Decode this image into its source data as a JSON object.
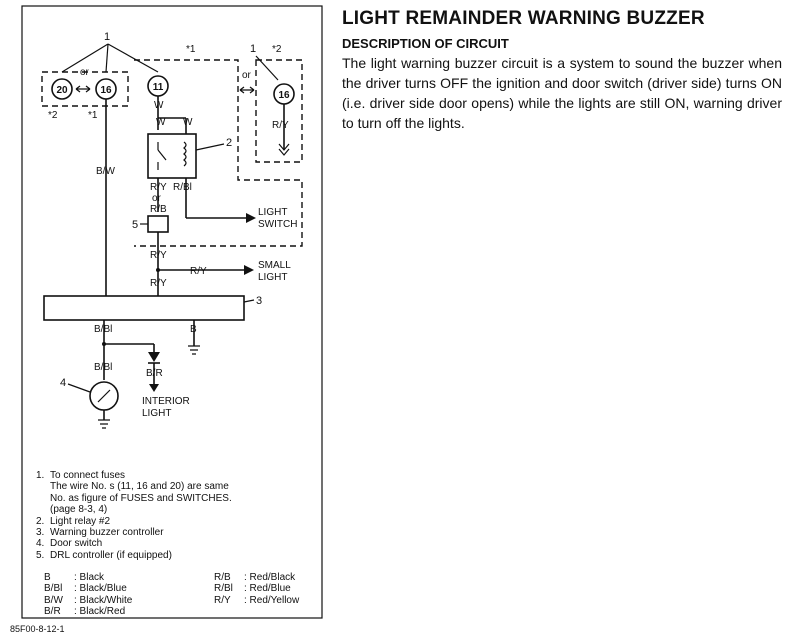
{
  "header": {
    "title": "LIGHT REMAINDER WARNING BUZZER",
    "subtitle": "DESCRIPTION OF CIRCUIT",
    "description": "The light warning buzzer circuit is a system to sound the buzzer when the driver turns OFF the ignition and door switch (driver side) turns ON (i.e. driver side door opens) while the lights are still ON, warning driver to turn off the lights."
  },
  "diagram": {
    "callouts": [
      "1",
      "1",
      "2",
      "3",
      "4",
      "5"
    ],
    "fuse_numbers": [
      "20",
      "16",
      "11",
      "16"
    ],
    "asterisks": [
      "*1",
      "*2",
      "*1",
      "*2"
    ],
    "or_labels": [
      "or",
      "or",
      "or"
    ],
    "wire_labels": {
      "w1": "W",
      "w2": "W",
      "w3": "W",
      "ry1": "R/Y",
      "rbl1": "R/Bl",
      "rb": "R/B",
      "ry2": "R/Y",
      "ry3": "R/Y",
      "ry4": "R/Y",
      "ry_right": "R/Y",
      "bw": "B/W",
      "bbl1": "B/Bl",
      "b": "B",
      "bbl2": "B/Bl",
      "br": "B/R"
    },
    "destinations": {
      "light": "LIGHT",
      "switch": "SWITCH",
      "small": "SMALL",
      "small_light": "LIGHT",
      "interior": "INTERIOR",
      "interior_light": "LIGHT"
    }
  },
  "notes": [
    {
      "n": "1.",
      "lines": [
        "To connect fuses",
        "The wire No. s (11, 16 and 20) are same",
        "No. as figure of FUSES and SWITCHES.",
        "(page 8-3, 4)"
      ]
    },
    {
      "n": "2.",
      "lines": [
        "Light relay #2"
      ]
    },
    {
      "n": "3.",
      "lines": [
        "Warning buzzer controller"
      ]
    },
    {
      "n": "4.",
      "lines": [
        "Door switch"
      ]
    },
    {
      "n": "5.",
      "lines": [
        "DRL controller (if equipped)"
      ]
    }
  ],
  "legend": [
    {
      "code": "B",
      "name": ": Black",
      "code2": "R/B",
      "name2": ": Red/Black"
    },
    {
      "code": "B/Bl",
      "name": ": Black/Blue",
      "code2": "R/Bl",
      "name2": ": Red/Blue"
    },
    {
      "code": "B/W",
      "name": ": Black/White",
      "code2": "R/Y",
      "name2": ": Red/Yellow"
    },
    {
      "code": "B/R",
      "name": ": Black/Red",
      "code2": "",
      "name2": ""
    }
  ],
  "doc_id": "85F00-8-12-1"
}
